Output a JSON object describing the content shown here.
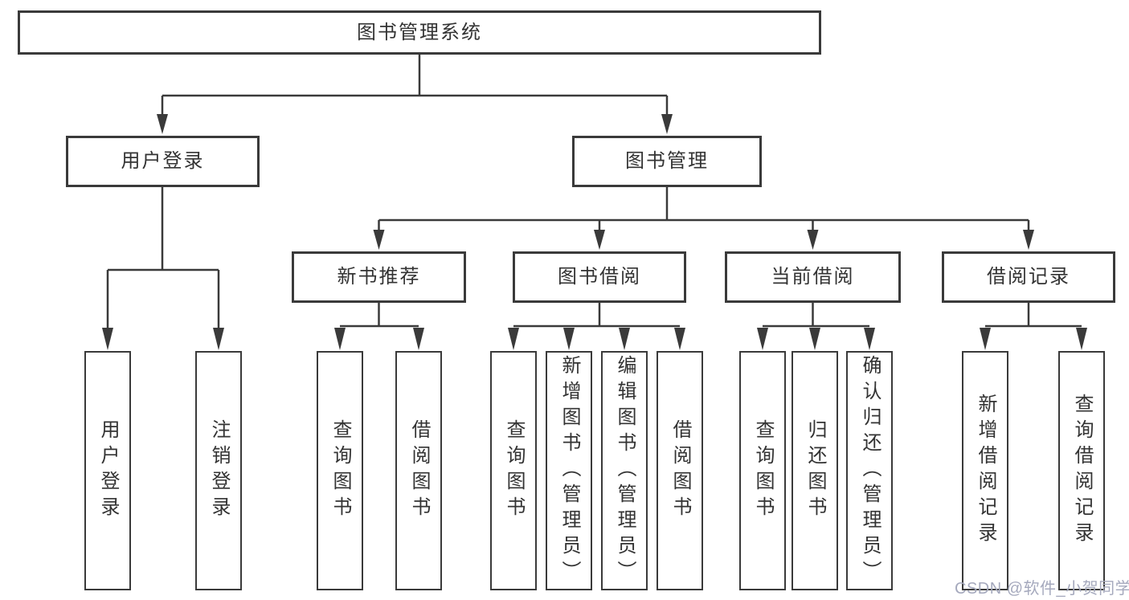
{
  "nodes": {
    "root": "图书管理系统",
    "user_login": "用户登录",
    "book_mgmt": "图书管理",
    "new_books": "新书推荐",
    "book_borrow": "图书借阅",
    "current_borrow": "当前借阅",
    "borrow_records": "借阅记录"
  },
  "leaves": {
    "user_login_1": "用户登录",
    "user_login_2": "注销登录",
    "new_books_1": "查询图书",
    "new_books_2": "借阅图书",
    "book_borrow_1": "查询图书",
    "book_borrow_2": "新增图书（管理员）",
    "book_borrow_3": "编辑图书（管理员）",
    "book_borrow_4": "借阅图书",
    "current_borrow_1": "查询图书",
    "current_borrow_2": "归还图书",
    "current_borrow_3": "确认归还（管理员）",
    "borrow_records_1": "新增借阅记录",
    "borrow_records_2": "查询借阅记录"
  },
  "watermark": "CSDN @软件_小贺同学",
  "colors": {
    "line": "#3a3a3a",
    "text": "#333333",
    "watermark": "#a5a9bd",
    "background": "#ffffff"
  }
}
